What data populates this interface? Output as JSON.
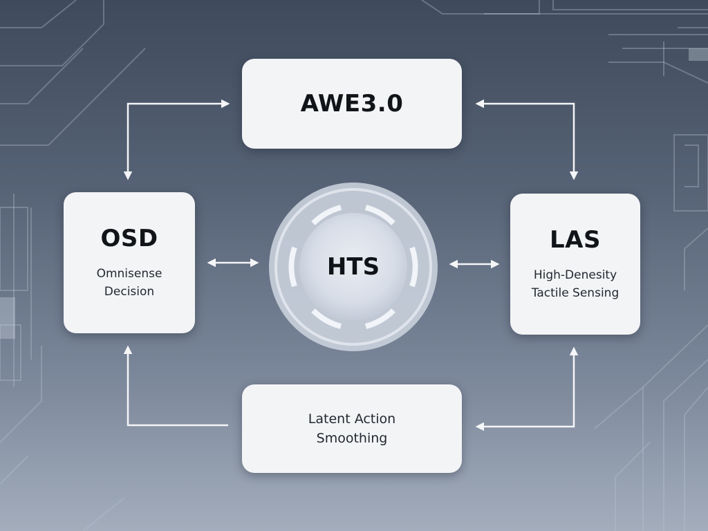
{
  "diagram": {
    "top_node": {
      "title": "AWE3.0"
    },
    "left_node": {
      "title": "OSD",
      "subtitle": "Omnisense\nDecision"
    },
    "right_node": {
      "title": "LAS",
      "subtitle": "High-Denesity\nTactile Sensing"
    },
    "bottom_node": {
      "subtitle": "Latent Action\nSmoothing"
    },
    "hub": {
      "title": "HTS"
    }
  },
  "colors": {
    "node_fill": "#f3f4f6",
    "arrow": "#f5f6f8",
    "background_top": "#3f4b5c",
    "background_bottom": "#a3adbc"
  }
}
